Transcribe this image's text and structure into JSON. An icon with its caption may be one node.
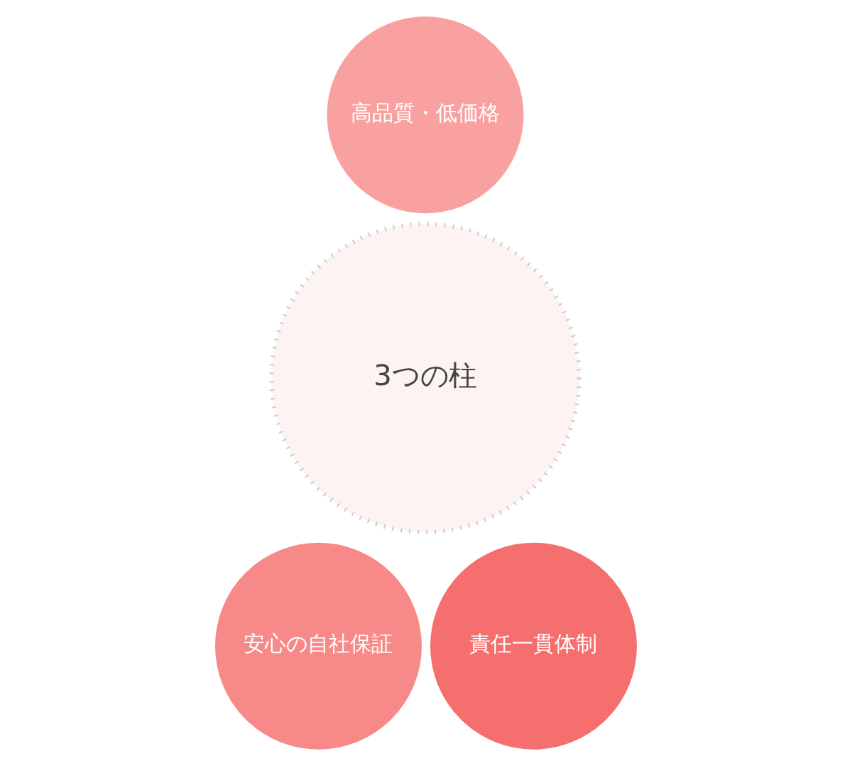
{
  "diagram": {
    "nodes": [
      {
        "text": [
          "高品質・低価格"
        ]
      },
      {
        "text": [
          "3つの柱"
        ]
      },
      {
        "text": [
          "安心の自社保証"
        ]
      },
      {
        "text": [
          "責任一貫体制"
        ]
      }
    ]
  }
}
